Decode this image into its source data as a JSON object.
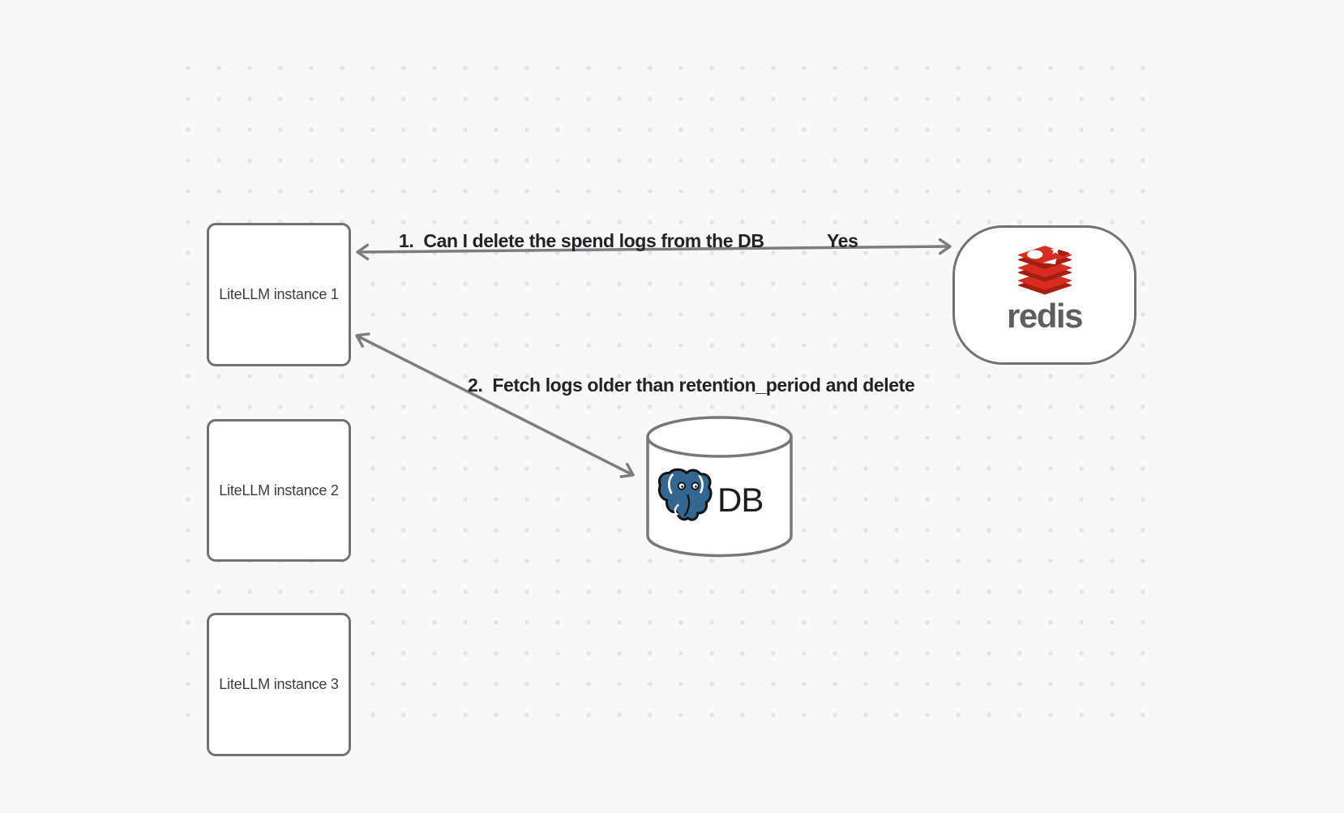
{
  "nodes": {
    "litellm1": {
      "label": "LiteLLM instance 1"
    },
    "litellm2": {
      "label": "LiteLLM instance 2"
    },
    "litellm3": {
      "label": "LiteLLM instance 3"
    },
    "redis": {
      "wordmark": "redis"
    },
    "db": {
      "label": "DB"
    }
  },
  "arrows": {
    "step1": {
      "label": "1.  Can I delete the spend logs from the DB",
      "response": "Yes"
    },
    "step2": {
      "label": "2.  Fetch logs older than retention_period and delete"
    }
  },
  "icons": {
    "redis_logo": "redis-stack-icon",
    "postgres_logo": "postgresql-elephant-icon",
    "database": "database-cylinder-icon"
  },
  "colors": {
    "background": "#f8f8f8",
    "grid_dot": "#e4e4e5",
    "node_border_gray": "#717276",
    "arrow_gray": "#7b7d80",
    "label_dark": "#212327",
    "box_label_gray": "#3b3d41",
    "redis_red": "#D82C20",
    "redis_dark_red": "#A41E11",
    "redis_wordmark_gray": "#5d5e61",
    "postgres_blue": "#336791"
  }
}
